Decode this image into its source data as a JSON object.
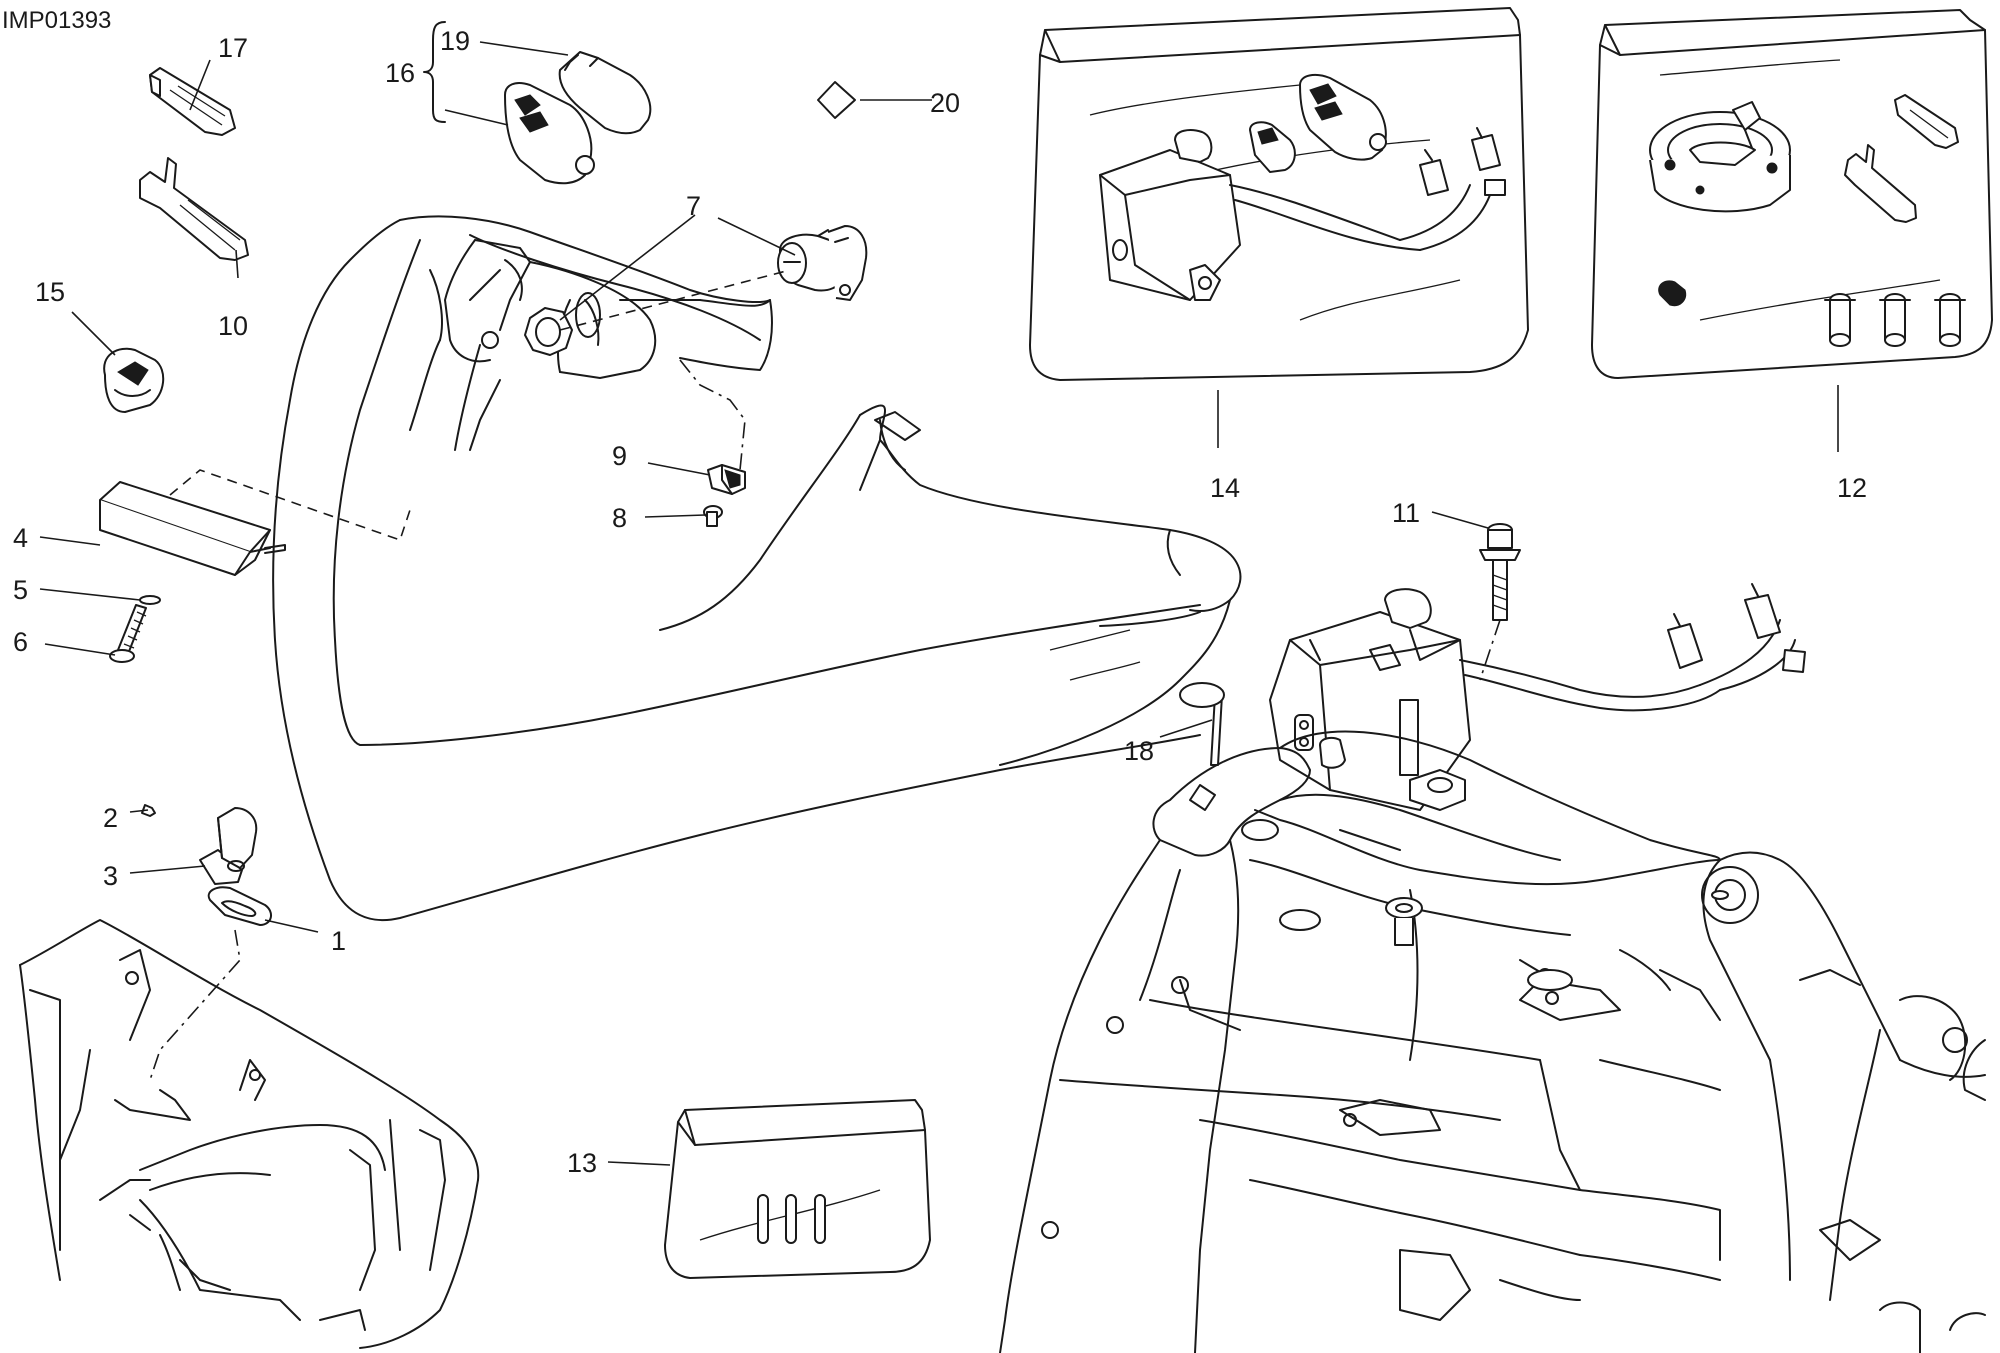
{
  "drawing_code": "IMP01393",
  "callouts": {
    "c1": "1",
    "c2": "2",
    "c3": "3",
    "c4": "4",
    "c5": "5",
    "c6": "6",
    "c7": "7",
    "c8": "8",
    "c9": "9",
    "c10": "10",
    "c11": "11",
    "c12": "12",
    "c13": "13",
    "c14": "14",
    "c15": "15",
    "c16": "16",
    "c17": "17",
    "c18": "18",
    "c19": "19",
    "c20": "20"
  },
  "colors": {
    "line": "#1a1a1a",
    "background": "#ffffff"
  }
}
